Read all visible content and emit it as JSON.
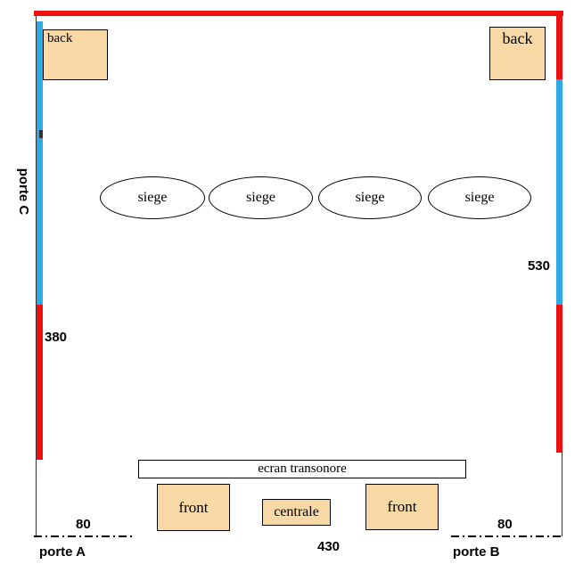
{
  "colors": {
    "wall_red": "#ee1111",
    "wall_blue": "#2ea9e2",
    "box_fill": "#f8d8a5"
  },
  "boxes": {
    "back_left": "back",
    "back_right": "back",
    "front_left": "front",
    "centrale": "centrale",
    "front_right": "front",
    "screen": "ecran transonore"
  },
  "seats": [
    "siege",
    "siege",
    "siege",
    "siege"
  ],
  "doors": {
    "porte_a": "porte A",
    "porte_b": "porte B",
    "porte_c": "porte C"
  },
  "dims": {
    "left_wall": "380",
    "right_wall": "530",
    "door_a_offset": "80",
    "door_b_offset": "80",
    "bottom_span": "430"
  }
}
